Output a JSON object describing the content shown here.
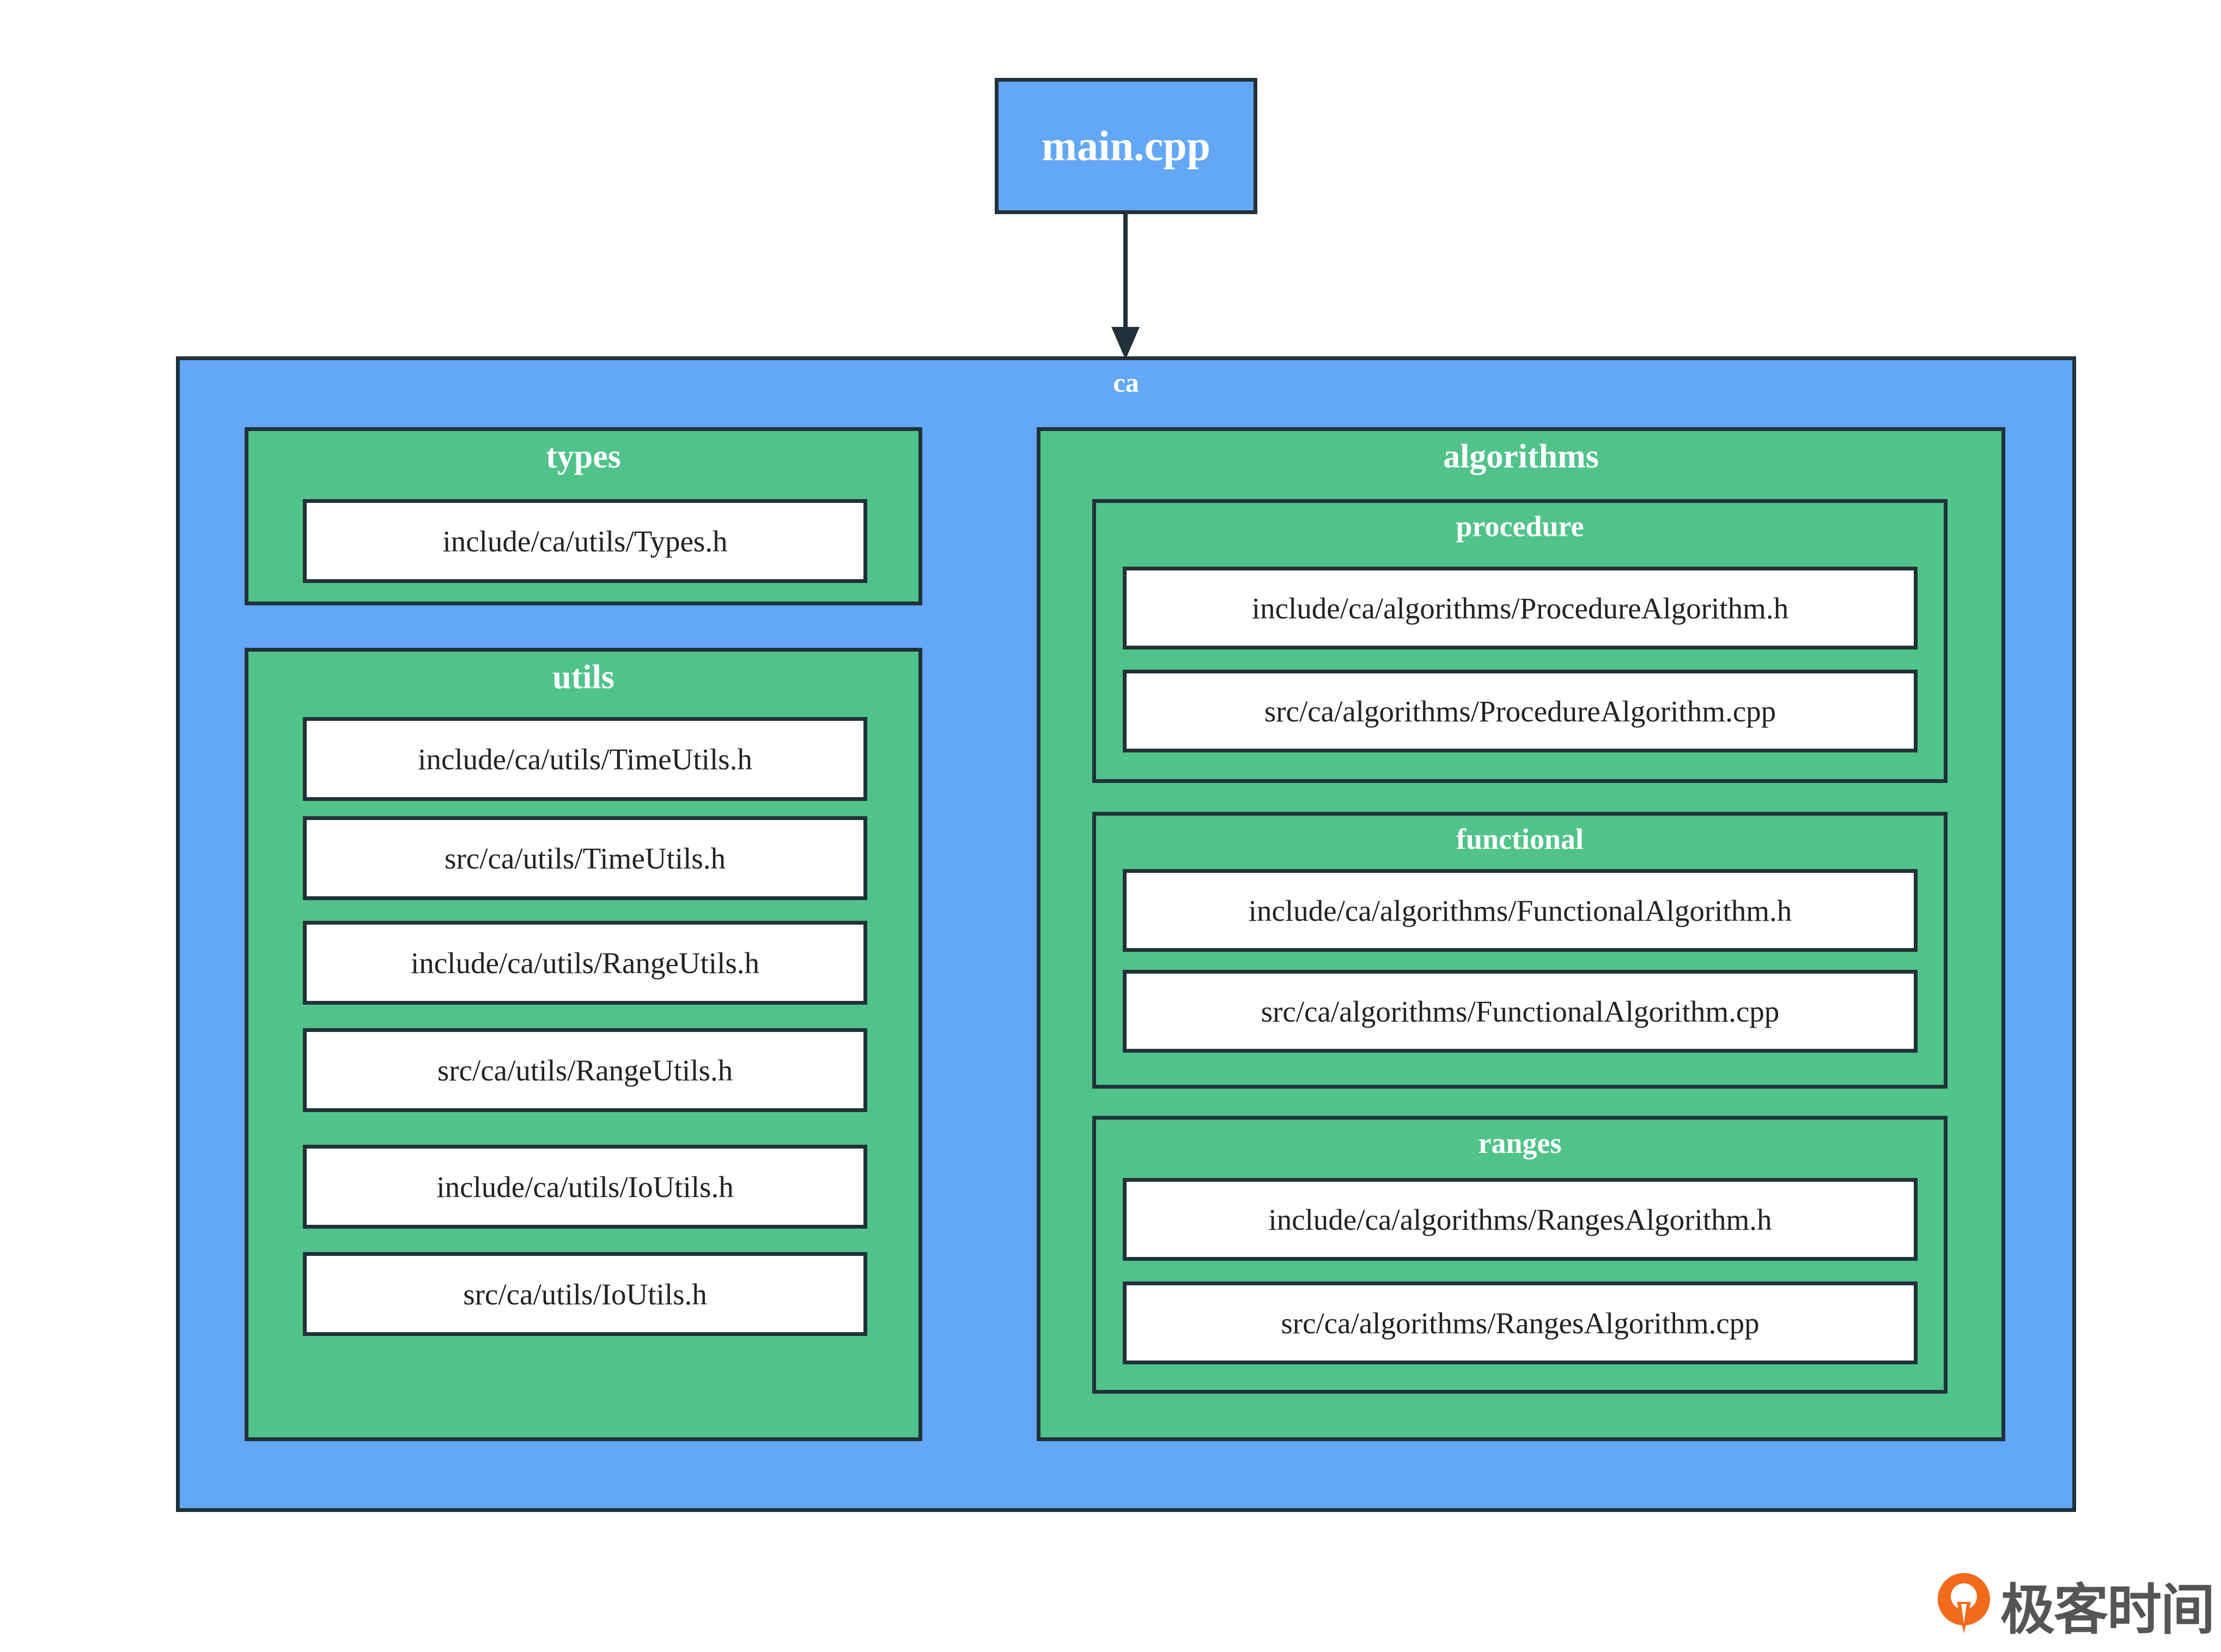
{
  "root": {
    "label": "main.cpp"
  },
  "ca": {
    "title": "ca",
    "types": {
      "title": "types",
      "files": [
        "include/ca/utils/Types.h"
      ]
    },
    "utils": {
      "title": "utils",
      "files": [
        "include/ca/utils/TimeUtils.h",
        "src/ca/utils/TimeUtils.h",
        "include/ca/utils/RangeUtils.h",
        "src/ca/utils/RangeUtils.h",
        "include/ca/utils/IoUtils.h",
        "src/ca/utils/IoUtils.h"
      ]
    },
    "algorithms": {
      "title": "algorithms",
      "procedure": {
        "title": "procedure",
        "files": [
          "include/ca/algorithms/ProcedureAlgorithm.h",
          "src/ca/algorithms/ProcedureAlgorithm.cpp"
        ]
      },
      "functional": {
        "title": "functional",
        "files": [
          "include/ca/algorithms/FunctionalAlgorithm.h",
          "src/ca/algorithms/FunctionalAlgorithm.cpp"
        ]
      },
      "ranges": {
        "title": "ranges",
        "files": [
          "include/ca/algorithms/RangesAlgorithm.h",
          "src/ca/algorithms/RangesAlgorithm.cpp"
        ]
      }
    }
  },
  "edges": [
    {
      "from": "main.cpp",
      "to": "ca"
    }
  ],
  "logo": {
    "text": "极客时间",
    "icon": "geektime-logo-icon"
  },
  "colors": {
    "container_blue": "#62a8f6",
    "group_green": "#50c38a",
    "border": "#22313a",
    "file_bg": "#ffffff",
    "logo_orange": "#f26a1b"
  }
}
